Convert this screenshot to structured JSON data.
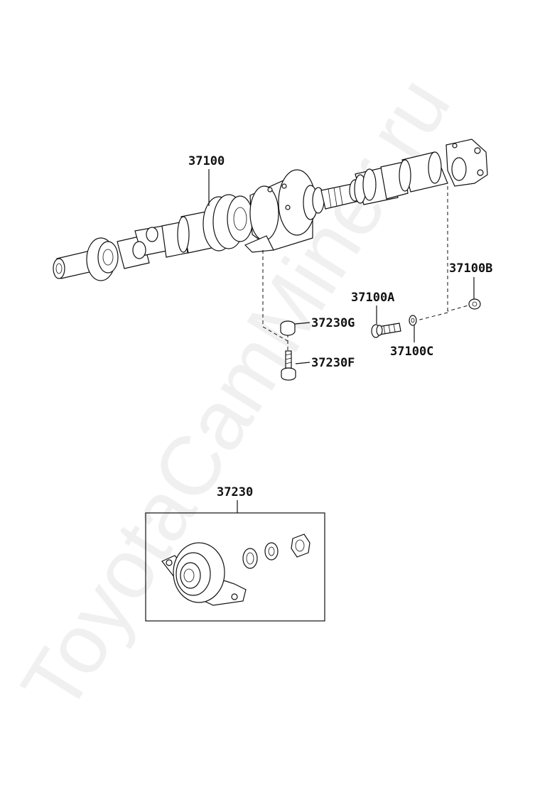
{
  "watermark": "ToyotaCamMinеr.ru",
  "labels": {
    "shaft": "37100",
    "bolt_a": "37100A",
    "nut_b": "37100B",
    "washer_c": "37100C",
    "nut_g": "37230G",
    "bolt_f": "37230F",
    "bearing": "37230"
  }
}
